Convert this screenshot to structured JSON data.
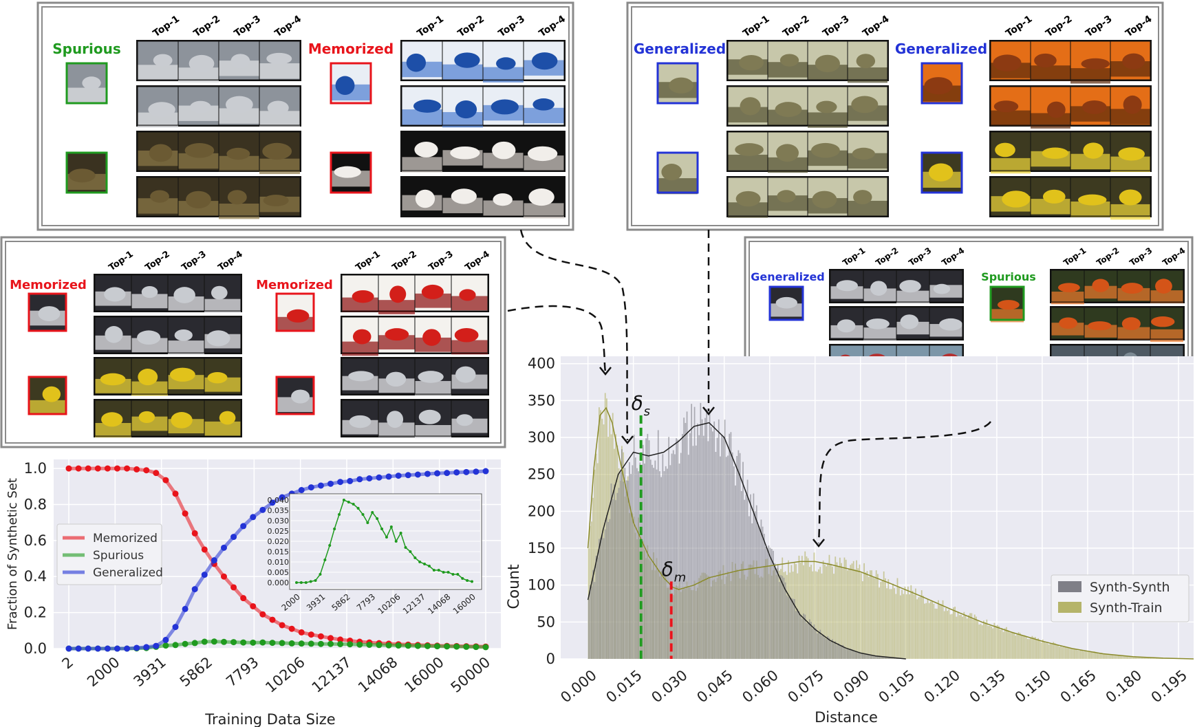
{
  "colors": {
    "memorized": "#e8141b",
    "spurious": "#1f9a1f",
    "generalized": "#2333d6",
    "synth_synth": "#7f7f87",
    "synth_train": "#b5b46a",
    "panel_border": "#8a8a8a",
    "plot_bg": "#eaeaf2"
  },
  "panels": [
    {
      "groups": [
        {
          "label": "Spurious",
          "category": "spurious",
          "top_labels": [
            "Top-1",
            "Top-2",
            "Top-3",
            "Top-4"
          ]
        },
        {
          "label": "Memorized",
          "category": "memorized",
          "top_labels": [
            "Top-1",
            "Top-2",
            "Top-3",
            "Top-4"
          ]
        }
      ]
    },
    {
      "groups": [
        {
          "label": "Generalized",
          "category": "generalized",
          "top_labels": [
            "Top-1",
            "Top-2",
            "Top-3",
            "Top-4"
          ]
        },
        {
          "label": "Generalized",
          "category": "generalized",
          "top_labels": [
            "Top-1",
            "Top-2",
            "Top-3",
            "Top-4"
          ]
        }
      ]
    },
    {
      "groups": [
        {
          "label": "Memorized",
          "category": "memorized",
          "top_labels": [
            "Top-1",
            "Top-2",
            "Top-3",
            "Top-4"
          ]
        },
        {
          "label": "Memorized",
          "category": "memorized",
          "top_labels": [
            "Top-1",
            "Top-2",
            "Top-3",
            "Top-4"
          ]
        }
      ]
    },
    {
      "groups": [
        {
          "label": "Generalized",
          "category": "generalized",
          "top_labels": [
            "Top-1",
            "Top-2",
            "Top-3",
            "Top-4"
          ]
        },
        {
          "label": "Spurious",
          "category": "spurious",
          "top_labels": [
            "Top-1",
            "Top-2",
            "Top-3",
            "Top-4"
          ]
        }
      ]
    }
  ],
  "chart_data": [
    {
      "type": "line",
      "xlabel": "Training Data Size",
      "ylabel": "Fraction of Synthetic Set",
      "categories": [
        "2",
        "2000",
        "3931",
        "5862",
        "7793",
        "10206",
        "12137",
        "14068",
        "16000",
        "50000"
      ],
      "yticks": [
        "0.0",
        "0.2",
        "0.4",
        "0.6",
        "0.8",
        "1.0"
      ],
      "ylim": [
        0,
        1.05
      ],
      "legend_position": "center-left",
      "series": [
        {
          "name": "Memorized",
          "color": "#e8141b",
          "values": [
            1.0,
            1.0,
            1.0,
            1.0,
            1.0,
            1.0,
            1.0,
            0.995,
            0.99,
            0.975,
            0.935,
            0.86,
            0.75,
            0.64,
            0.55,
            0.47,
            0.4,
            0.34,
            0.28,
            0.235,
            0.19,
            0.16,
            0.13,
            0.11,
            0.09,
            0.078,
            0.068,
            0.058,
            0.05,
            0.044,
            0.038,
            0.034,
            0.03,
            0.027,
            0.024,
            0.022,
            0.02,
            0.018,
            0.016,
            0.015,
            0.014,
            0.013,
            0.012,
            0.011
          ]
        },
        {
          "name": "Spurious",
          "color": "#1f9a1f",
          "values": [
            0.0,
            0.0,
            0.0,
            0.0,
            0.0,
            0.0,
            0.0,
            0.001,
            0.003,
            0.01,
            0.017,
            0.02,
            0.026,
            0.031,
            0.038,
            0.039,
            0.037,
            0.036,
            0.034,
            0.033,
            0.034,
            0.032,
            0.031,
            0.029,
            0.028,
            0.027,
            0.026,
            0.026,
            0.025,
            0.024,
            0.022,
            0.021,
            0.02,
            0.018,
            0.017,
            0.016,
            0.015,
            0.014,
            0.013,
            0.012,
            0.011,
            0.01,
            0.009,
            0.008
          ]
        },
        {
          "name": "Generalized",
          "color": "#2333d6",
          "values": [
            0.0,
            0.0,
            0.0,
            0.0,
            0.0,
            0.0,
            0.0,
            0.004,
            0.008,
            0.015,
            0.048,
            0.12,
            0.22,
            0.33,
            0.41,
            0.49,
            0.56,
            0.62,
            0.68,
            0.73,
            0.77,
            0.81,
            0.84,
            0.86,
            0.88,
            0.895,
            0.905,
            0.915,
            0.925,
            0.93,
            0.94,
            0.945,
            0.95,
            0.955,
            0.96,
            0.963,
            0.966,
            0.97,
            0.973,
            0.975,
            0.978,
            0.98,
            0.982,
            0.985
          ]
        }
      ],
      "inset": {
        "type": "line",
        "series_name": "Spurious",
        "categories": [
          "2000",
          "3931",
          "5862",
          "7793",
          "10206",
          "12137",
          "14068",
          "16000"
        ],
        "yticks": [
          "0.000",
          "0.005",
          "0.010",
          "0.015",
          "0.020",
          "0.025",
          "0.030",
          "0.035",
          "0.040"
        ],
        "ylim": [
          0,
          0.041
        ],
        "values": [
          0.0,
          0.0,
          0.0,
          0.0005,
          0.001,
          0.004,
          0.011,
          0.018,
          0.026,
          0.033,
          0.04,
          0.039,
          0.038,
          0.036,
          0.033,
          0.029,
          0.034,
          0.031,
          0.026,
          0.022,
          0.027,
          0.02,
          0.024,
          0.017,
          0.015,
          0.012,
          0.01,
          0.009,
          0.008,
          0.006,
          0.006,
          0.005,
          0.005,
          0.004,
          0.004,
          0.002,
          0.001,
          0.0005
        ]
      }
    },
    {
      "type": "histogram",
      "xlabel": "Distance",
      "ylabel": "Count",
      "xticks": [
        "0.000",
        "0.015",
        "0.030",
        "0.045",
        "0.060",
        "0.075",
        "0.090",
        "0.105",
        "0.120",
        "0.135",
        "0.150",
        "0.165",
        "0.180",
        "0.195"
      ],
      "yticks": [
        "0",
        "50",
        "100",
        "150",
        "200",
        "250",
        "300",
        "350",
        "400"
      ],
      "xlim": [
        -0.009,
        0.2
      ],
      "ylim": [
        0,
        410
      ],
      "legend_position": "lower-right",
      "series": [
        {
          "name": "Synth-Synth",
          "color": "#7f7f87",
          "kde": [
            [
              0.0,
              80
            ],
            [
              0.005,
              175
            ],
            [
              0.01,
              250
            ],
            [
              0.015,
              280
            ],
            [
              0.02,
              275
            ],
            [
              0.025,
              280
            ],
            [
              0.03,
              295
            ],
            [
              0.035,
              315
            ],
            [
              0.04,
              320
            ],
            [
              0.045,
              300
            ],
            [
              0.05,
              250
            ],
            [
              0.055,
              195
            ],
            [
              0.06,
              140
            ],
            [
              0.065,
              95
            ],
            [
              0.07,
              60
            ],
            [
              0.075,
              40
            ],
            [
              0.08,
              25
            ],
            [
              0.085,
              15
            ],
            [
              0.09,
              8
            ],
            [
              0.095,
              4
            ],
            [
              0.1,
              2
            ],
            [
              0.105,
              0
            ]
          ]
        },
        {
          "name": "Synth-Train",
          "color": "#b5b46a",
          "kde": [
            [
              0.0,
              150
            ],
            [
              0.002,
              260
            ],
            [
              0.004,
              330
            ],
            [
              0.006,
              340
            ],
            [
              0.008,
              320
            ],
            [
              0.01,
              280
            ],
            [
              0.015,
              185
            ],
            [
              0.02,
              140
            ],
            [
              0.025,
              110
            ],
            [
              0.028,
              97
            ],
            [
              0.03,
              94
            ],
            [
              0.035,
              100
            ],
            [
              0.04,
              110
            ],
            [
              0.05,
              120
            ],
            [
              0.06,
              126
            ],
            [
              0.07,
              132
            ],
            [
              0.075,
              132
            ],
            [
              0.08,
              128
            ],
            [
              0.09,
              118
            ],
            [
              0.1,
              102
            ],
            [
              0.11,
              85
            ],
            [
              0.12,
              67
            ],
            [
              0.13,
              50
            ],
            [
              0.14,
              36
            ],
            [
              0.15,
              24
            ],
            [
              0.16,
              14
            ],
            [
              0.17,
              7
            ],
            [
              0.18,
              3
            ],
            [
              0.19,
              1
            ],
            [
              0.2,
              0
            ]
          ]
        }
      ],
      "thresholds": [
        {
          "label": "δ",
          "sub": "s",
          "x": 0.0175,
          "color": "#1f9a1f"
        },
        {
          "label": "δ",
          "sub": "m",
          "x": 0.0275,
          "color": "#e8141b"
        }
      ]
    }
  ]
}
